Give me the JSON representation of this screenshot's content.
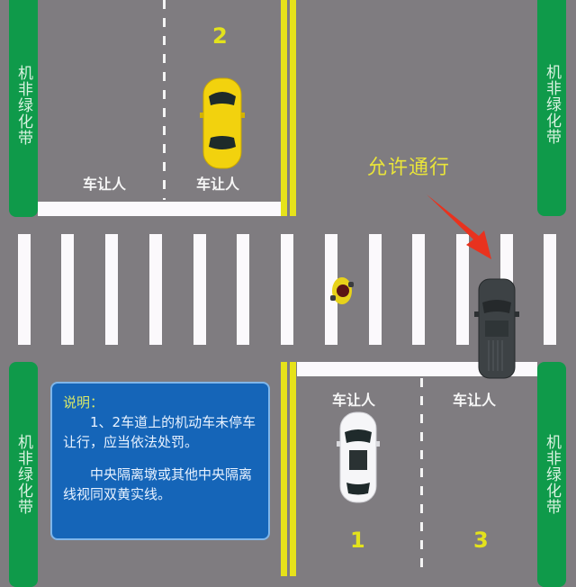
{
  "greenbelt_label": "机非绿化带",
  "yield_label": "车让人",
  "lane_numbers": {
    "lane1": "1",
    "lane2": "2",
    "lane3": "3"
  },
  "allow_label": "允许通行",
  "note": {
    "title": "说明：",
    "line1": "1、2车道上的机动车未停车让行，应当依法处罚。",
    "line2": "中央隔离墩或其他中央隔离线视同双黄实线。"
  },
  "colors": {
    "road": "#7f7c80",
    "greenbelt": "#0f9a4a",
    "yellow_line": "#e6e21a",
    "note_bg": "#1565b8",
    "arrow": "#e8321e"
  }
}
